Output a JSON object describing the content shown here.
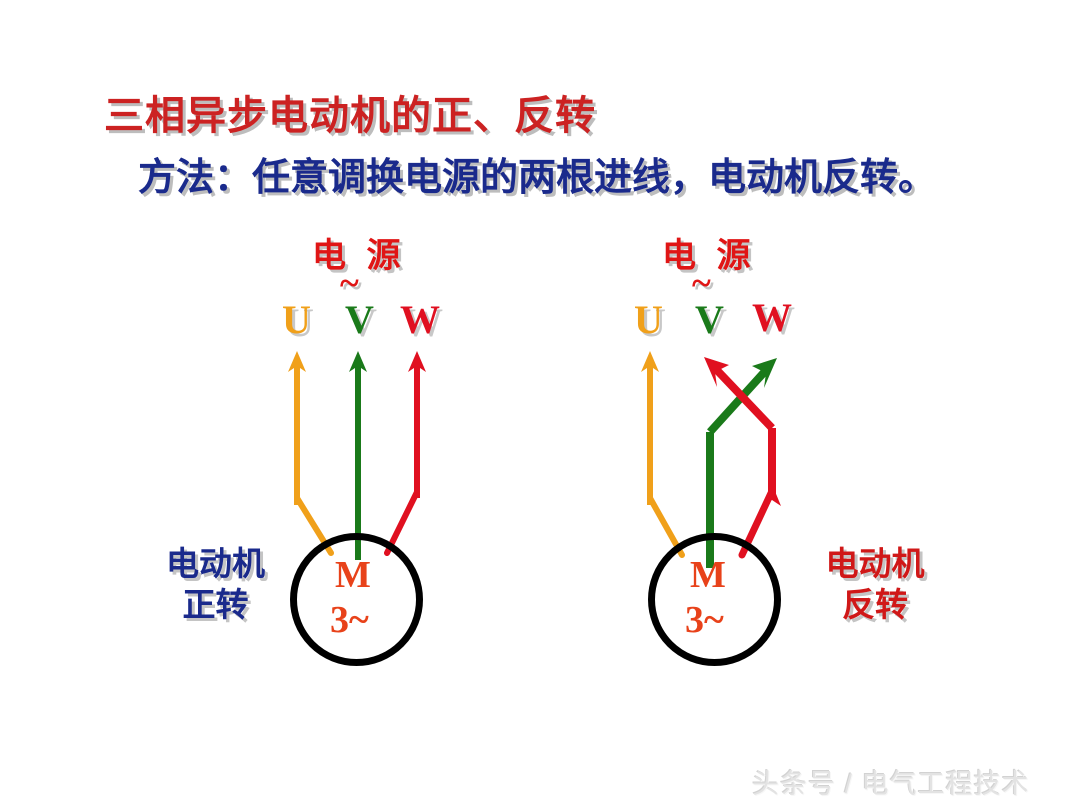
{
  "slide": {
    "title": "三相异步电动机的正、反转",
    "subtitle": "方法：任意调换电源的两根进线，电动机反转。",
    "watermark": "头条号 / 电气工程技术"
  },
  "colors": {
    "title_red": "#cc2222",
    "subtitle_blue": "#1a2a8c",
    "phase_u_orange": "#f0a01a",
    "phase_v_green": "#1a7a1a",
    "phase_w_red": "#e01020",
    "motor_text": "#e8421a",
    "caption_forward": "#1a2a8c",
    "caption_reverse": "#d01818",
    "circle_stroke": "#000000",
    "shadow_gray": "#c4c4c4",
    "watermark_gray": "#e3e3e3"
  },
  "left_diagram": {
    "source_label": "电 源",
    "source_tilde": "~",
    "phases": [
      {
        "name": "U",
        "color": "#f0a01a"
      },
      {
        "name": "V",
        "color": "#1a7a1a"
      },
      {
        "name": "W",
        "color": "#e01020"
      }
    ],
    "motor": {
      "symbol": "M",
      "rating": "3~"
    },
    "caption": "电动机\n正转",
    "caption_line1": "电动机",
    "caption_line2": "正转",
    "wiring": "straight — U→U, V→V, W→W (no phases swapped)"
  },
  "right_diagram": {
    "source_label": "电 源",
    "source_tilde": "~",
    "phases": [
      {
        "name": "U",
        "color": "#f0a01a"
      },
      {
        "name": "V",
        "color": "#1a7a1a"
      },
      {
        "name": "W",
        "color": "#e01020"
      }
    ],
    "motor": {
      "symbol": "M",
      "rating": "3~"
    },
    "caption": "电动机\n反转",
    "caption_line1": "电动机",
    "caption_line2": "反转",
    "wiring": "crossed — V and W leads swapped at the supply"
  }
}
